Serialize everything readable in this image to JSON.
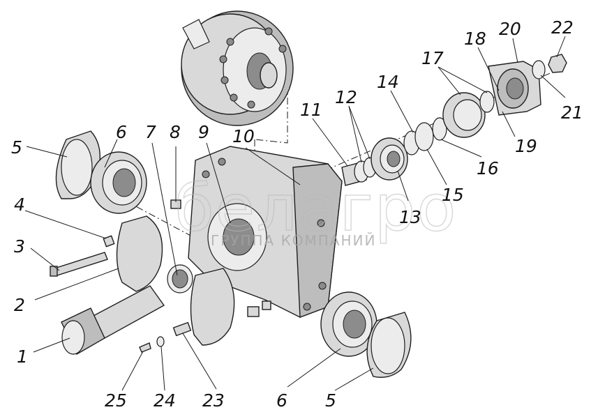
{
  "callouts": {
    "c1": "1",
    "c2": "2",
    "c3": "3",
    "c4": "4",
    "c5a": "5",
    "c5b": "5",
    "c6a": "6",
    "c6b": "6",
    "c7": "7",
    "c8": "8",
    "c9": "9",
    "c10": "10",
    "c11": "11",
    "c12": "12",
    "c13": "13",
    "c14": "14",
    "c15": "15",
    "c16": "16",
    "c17": "17",
    "c18": "18",
    "c19": "19",
    "c20": "20",
    "c21": "21",
    "c22": "22",
    "c23": "23",
    "c24": "24",
    "c25": "25"
  },
  "watermark": {
    "logo": "белагро",
    "subtitle": "ГРУППА КОМПАНИЙ"
  }
}
